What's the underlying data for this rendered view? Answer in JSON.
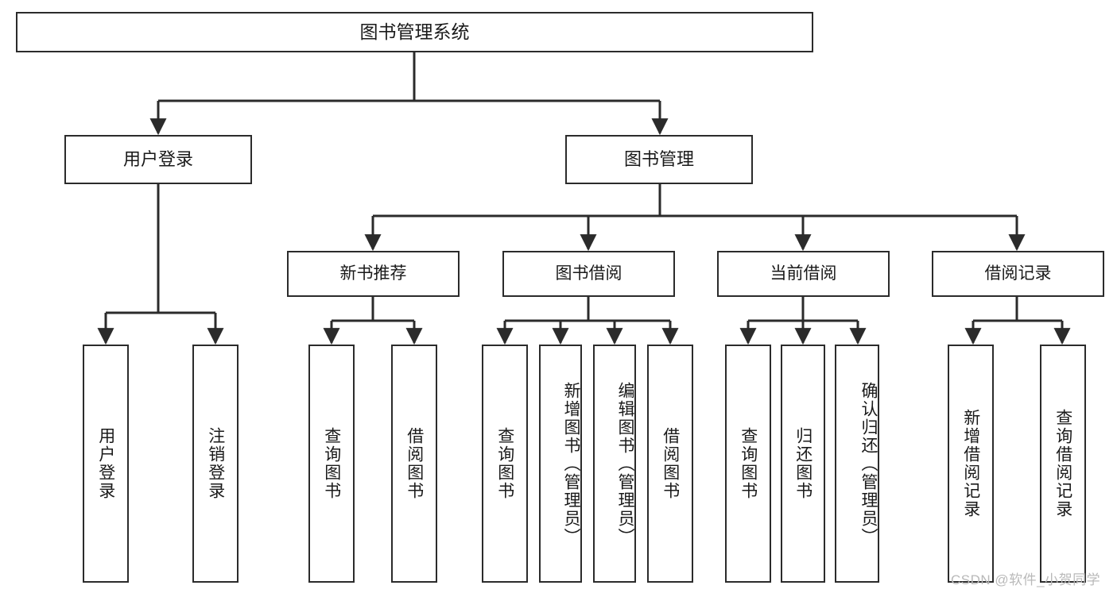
{
  "diagram": {
    "title": "图书管理系统",
    "type": "tree",
    "orientation": "top-down",
    "colors": {
      "box_border": "#2b2b2b",
      "box_fill": "#ffffff",
      "connector": "#2b2b2b",
      "text": "#1a1a1a",
      "watermark": "#b9b9b9",
      "background": "#ffffff"
    }
  },
  "root": {
    "label": "图书管理系统"
  },
  "level1": [
    {
      "label": "用户登录"
    },
    {
      "label": "图书管理"
    }
  ],
  "level2": [
    {
      "label": "新书推荐"
    },
    {
      "label": "图书借阅"
    },
    {
      "label": "当前借阅"
    },
    {
      "label": "借阅记录"
    }
  ],
  "leaves": {
    "user_login": [
      {
        "label": "用户登录"
      },
      {
        "label": "注销登录"
      }
    ],
    "new_book_recommend": [
      {
        "label": "查询图书"
      },
      {
        "label": "借阅图书"
      }
    ],
    "book_borrow": [
      {
        "label": "查询图书"
      },
      {
        "label": "新增图书（管理员）"
      },
      {
        "label": "编辑图书（管理员）"
      },
      {
        "label": "借阅图书"
      }
    ],
    "current_borrow": [
      {
        "label": "查询图书"
      },
      {
        "label": "归还图书"
      },
      {
        "label": "确认归还（管理员）"
      }
    ],
    "borrow_record": [
      {
        "label": "新增借阅记录"
      },
      {
        "label": "查询借阅记录"
      }
    ]
  },
  "watermark": {
    "text": "CSDN @软件_小贺同学"
  }
}
